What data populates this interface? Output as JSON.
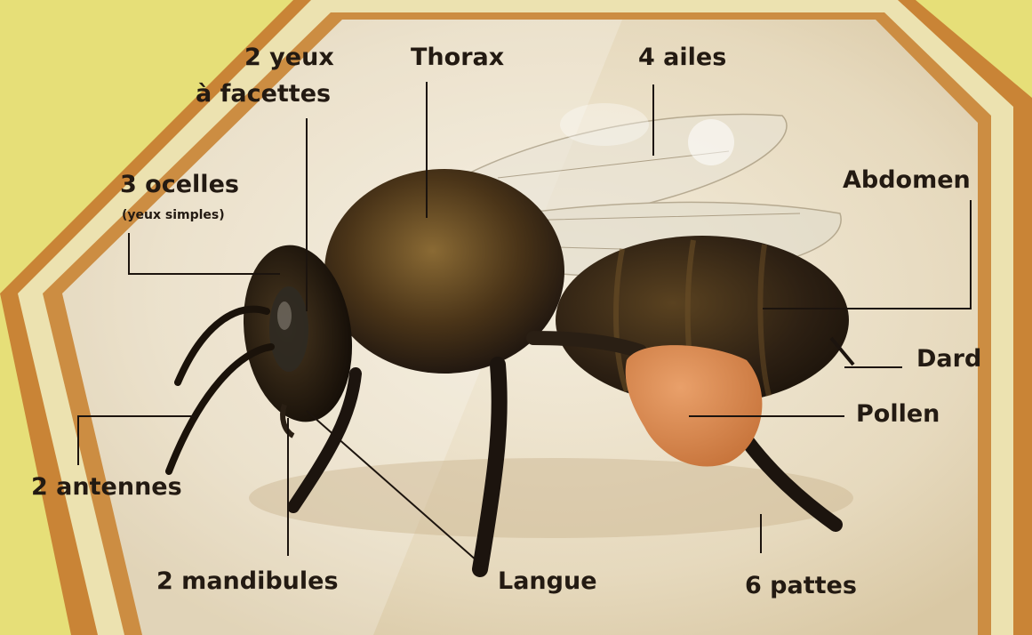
{
  "colors": {
    "background_yellow": "#e6df78",
    "frame_orange": "#c98436",
    "frame_cream": "#ece2b0",
    "panel_light": "#f3ecd8",
    "bee_body": "#2a1f14",
    "bee_fur": "#7a5a2c",
    "pollen": "#d98a50",
    "label_text": "#231a12"
  },
  "labels": {
    "eyes_line1": "2 yeux",
    "eyes_line2": "à facettes",
    "thorax": "Thorax",
    "wings": "4 ailes",
    "ocelli": "3 ocelles",
    "ocelli_sub": "(yeux simples)",
    "abdomen": "Abdomen",
    "sting": "Dard",
    "pollen": "Pollen",
    "antennae": "2 antennes",
    "mandibles": "2 mandibules",
    "tongue": "Langue",
    "legs": "6 pattes"
  }
}
